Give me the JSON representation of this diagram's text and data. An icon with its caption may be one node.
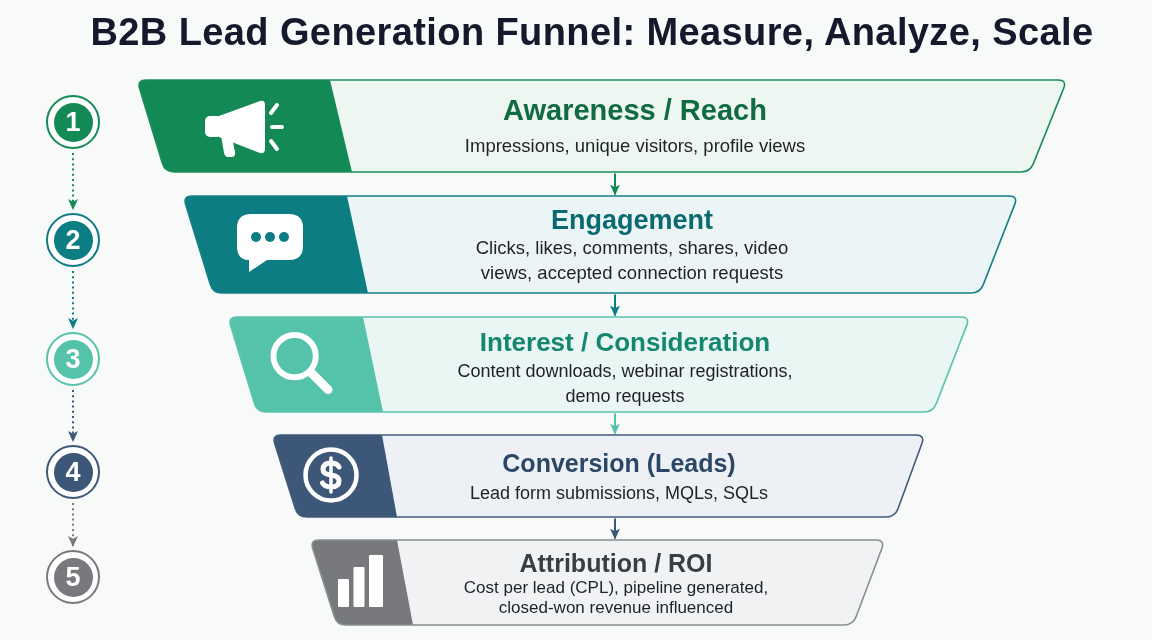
{
  "diagram": {
    "title": "B2B Lead Generation Funnel: Measure, Analyze, Scale",
    "nodes": [
      {
        "text": [
          "1"
        ]
      },
      {
        "text": [
          "2"
        ]
      },
      {
        "text": [
          "3"
        ]
      },
      {
        "text": [
          "4"
        ]
      },
      {
        "text": [
          "5"
        ]
      },
      {
        "text": [
          "Awareness / Reach",
          "Impressions, unique visitors, profile views"
        ]
      },
      {
        "text": [
          "Engagement",
          "Clicks, likes, comments, shares, video views, accepted connection requests"
        ]
      },
      {
        "text": [
          "Interest / Consideration",
          "Content downloads, webinar registrations, demo requests"
        ]
      },
      {
        "text": [
          "Conversion (Leads)",
          "Lead form submissions, MQLs, SQLs"
        ]
      },
      {
        "text": [
          "Attribution / ROI",
          "Cost per lead (CPL), pipeline generated, closed-won revenue influenced"
        ]
      }
    ],
    "edges": [
      {
        "from": 0,
        "to": 1,
        "arrow": "to",
        "style": "dashed",
        "color": "#138a55"
      },
      {
        "from": 1,
        "to": 2,
        "arrow": "to",
        "style": "dashed",
        "color": "#0d7d84"
      },
      {
        "from": 2,
        "to": 3,
        "arrow": "to",
        "style": "dashed",
        "color": "#3c5777"
      },
      {
        "from": 3,
        "to": 4,
        "arrow": "to",
        "style": "dashed",
        "color": "#77797d"
      },
      {
        "from": 5,
        "to": 6,
        "arrow": "to",
        "color": "#138a55"
      },
      {
        "from": 6,
        "to": 7,
        "arrow": "to",
        "color": "#0d7d84"
      },
      {
        "from": 7,
        "to": 8,
        "arrow": "to",
        "color": "#55c3aa"
      },
      {
        "from": 8,
        "to": 9,
        "arrow": "to",
        "color": "#3c5777"
      }
    ]
  }
}
